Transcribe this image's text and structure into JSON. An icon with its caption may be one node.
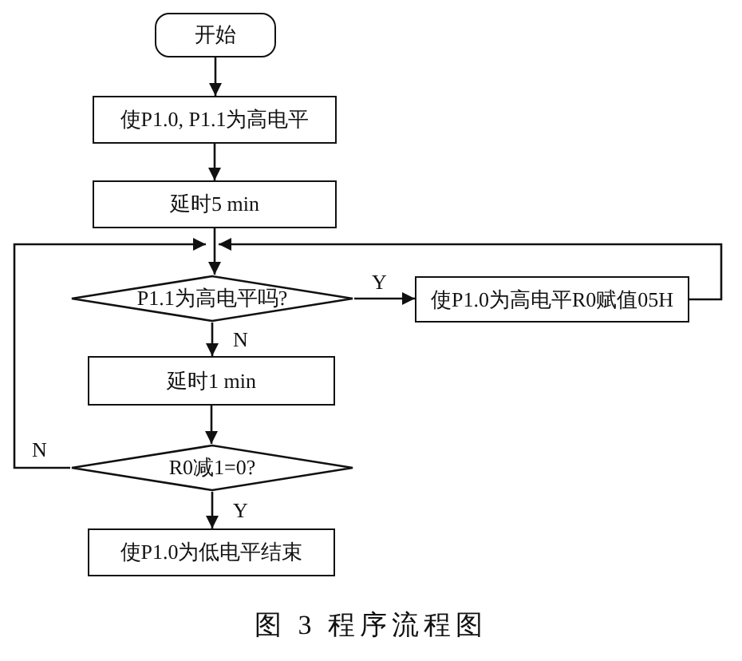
{
  "diagram": {
    "caption": "图 3 程序流程图",
    "nodes": [
      {
        "text": [
          "开始"
        ]
      },
      {
        "text": [
          "使P1.0, P1.1为高电平"
        ]
      },
      {
        "text": [
          "延时5 min"
        ]
      },
      {
        "text": [
          "P1.1为高电平吗?"
        ]
      },
      {
        "text": [
          "使P1.0为高电平R0赋值05H"
        ]
      },
      {
        "text": [
          "延时1 min"
        ]
      },
      {
        "text": [
          "R0减1=0?"
        ]
      },
      {
        "text": [
          "使P1.0为低电平结束"
        ]
      }
    ],
    "edges": [
      {
        "from": 0,
        "to": 1,
        "arrow": "to"
      },
      {
        "from": 1,
        "to": 2,
        "arrow": "to"
      },
      {
        "from": 2,
        "to": 3,
        "arrow": "to"
      },
      {
        "from": 3,
        "to": 4,
        "arrow": "to",
        "label": "Y"
      },
      {
        "from": 4,
        "to": 3,
        "arrow": "to"
      },
      {
        "from": 3,
        "to": 5,
        "arrow": "to",
        "label": "N"
      },
      {
        "from": 5,
        "to": 6,
        "arrow": "to"
      },
      {
        "from": 6,
        "to": 3,
        "arrow": "to",
        "label": "N"
      },
      {
        "from": 6,
        "to": 7,
        "arrow": "to",
        "label": "Y"
      }
    ]
  }
}
